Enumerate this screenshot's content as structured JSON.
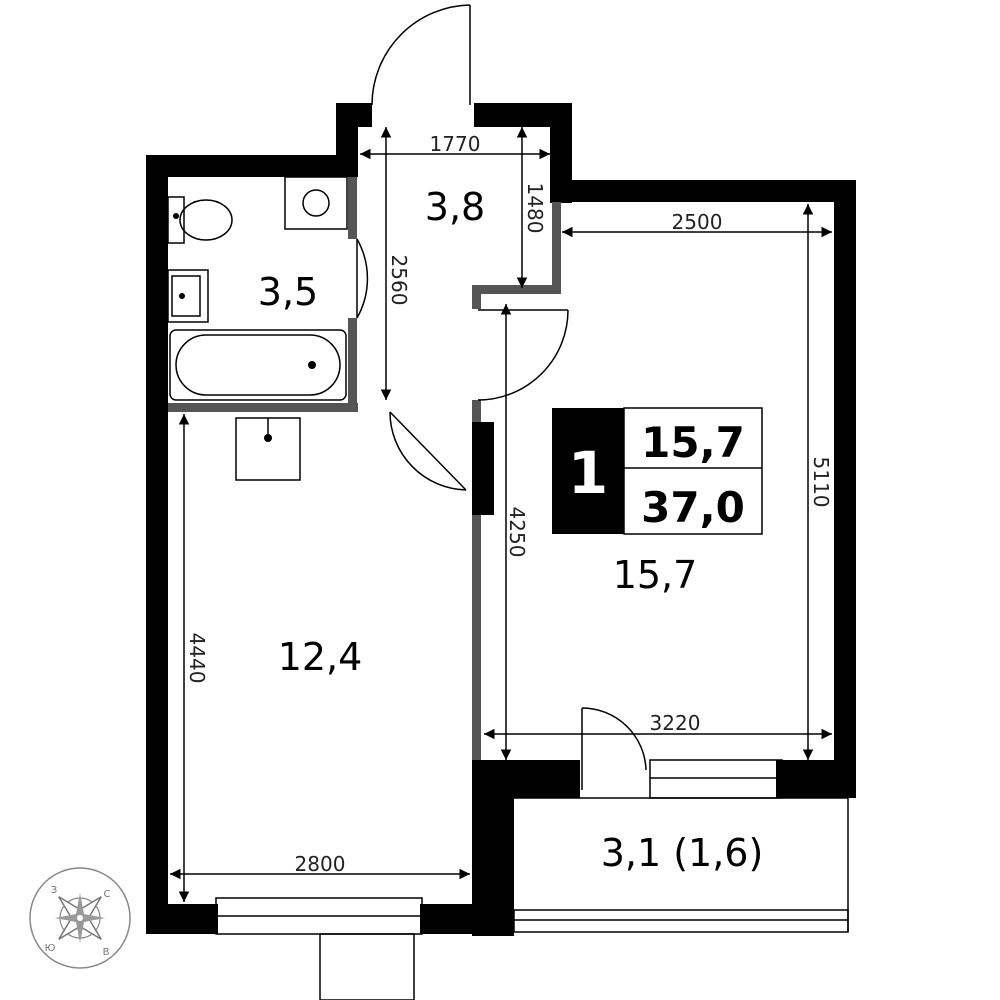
{
  "rooms": {
    "hall_area": "3,8",
    "bathroom_area": "3,5",
    "living_area": "12,4",
    "kitchen_area": "15,7",
    "balcony_area": "3,1 (1,6)"
  },
  "badge": {
    "room_count": "1",
    "living_space": "15,7",
    "total_space": "37,0"
  },
  "dimensions": {
    "hall_width": "1770",
    "hall_depth": "1480",
    "corridor_length": "2560",
    "kitchen_width_top": "2500",
    "kitchen_length": "5110",
    "kitchen_depth_left": "4250",
    "kitchen_width_bottom": "3220",
    "living_length": "4440",
    "living_width": "2800"
  },
  "compass": {
    "north": "С",
    "south": "Ю",
    "east": "В",
    "west": "З"
  },
  "colors": {
    "wall": "#000000",
    "partition": "#555555",
    "badge_fill": "#000000",
    "compass": "#888888"
  }
}
